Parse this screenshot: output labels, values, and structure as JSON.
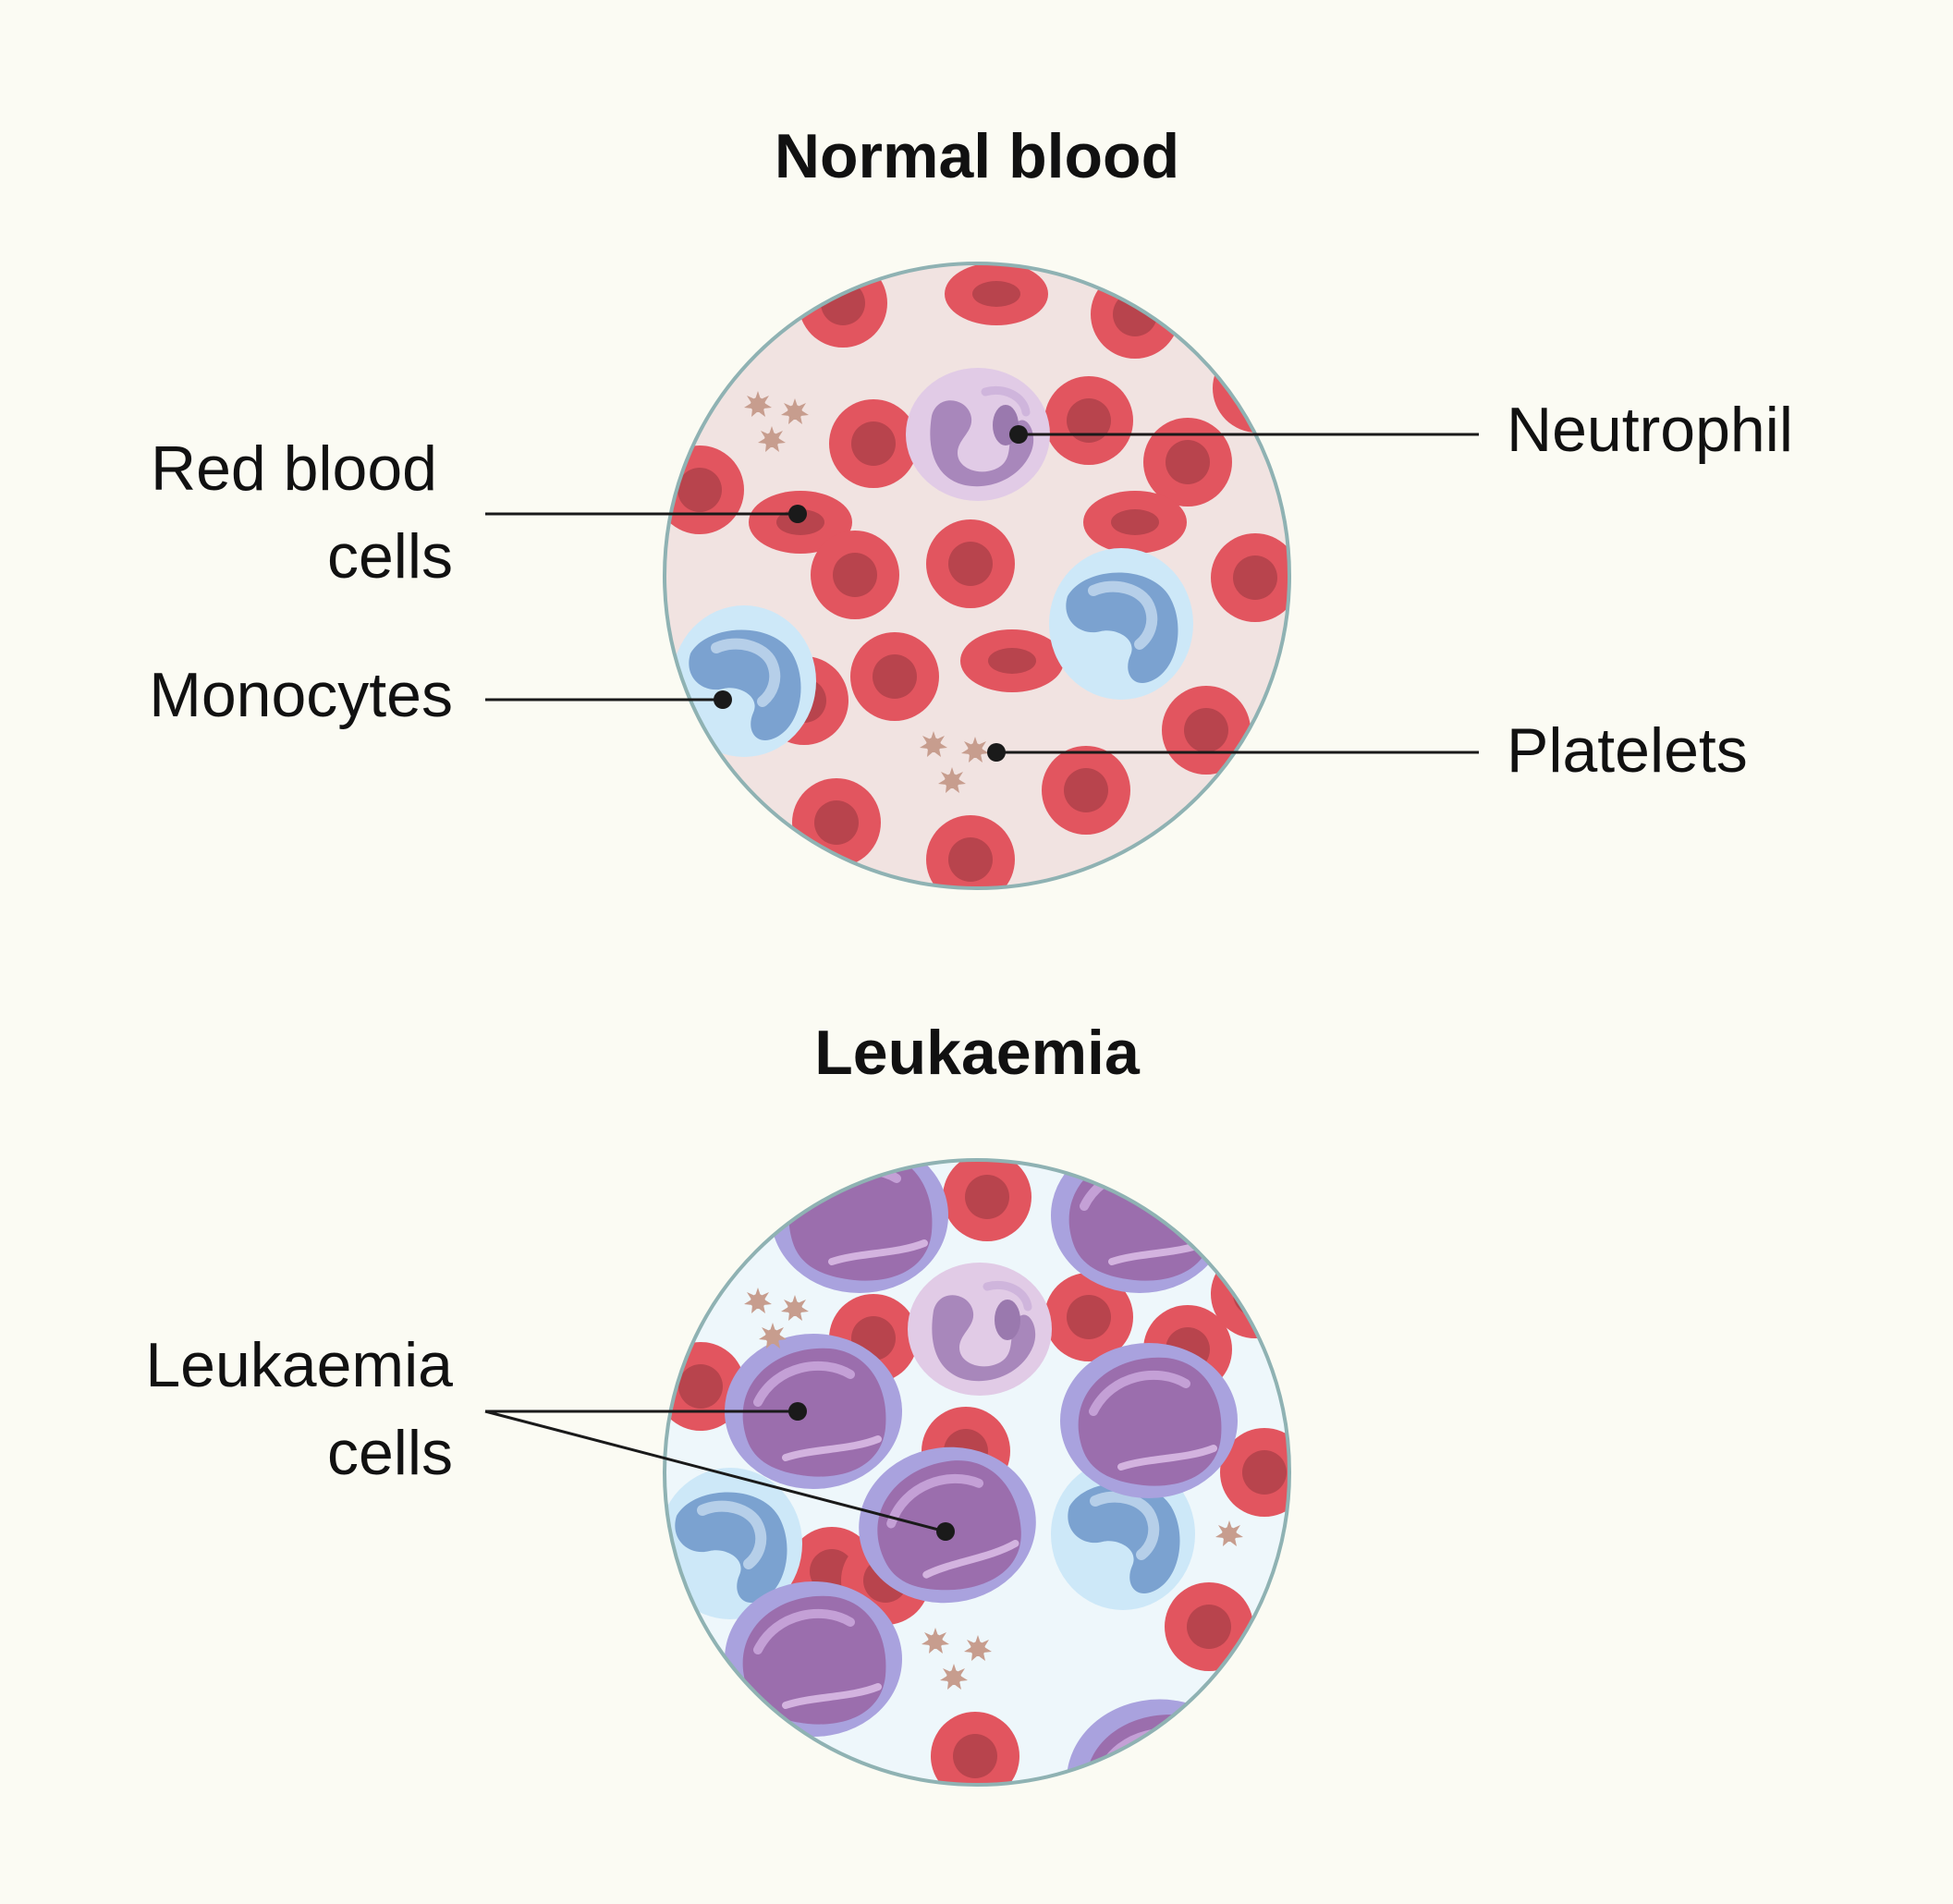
{
  "colors": {
    "background": "#fbfbf3",
    "normal_plasma": "#f1e3e1",
    "leukaemia_plasma": "#eef7fb",
    "panel_rim": "#8fb2b3",
    "red_cell": "#e2555f",
    "red_cell_center": "#b8444d",
    "leukaemia_cell_outer": "#a9a2de",
    "leukaemia_cell_nucleus": "#9b6ead",
    "neutrophil_outer": "#e1cbe6",
    "neutrophil_nucleus": "#a887bb",
    "monocyte_outer": "#cde8f8",
    "monocyte_nucleus": "#7ba2d0",
    "platelet": "#c79d8e",
    "text": "#111111"
  },
  "normal_panel": {
    "title": "Normal blood",
    "labels": {
      "red_blood_cells": [
        "Red blood",
        "cells"
      ],
      "monocytes": "Monocytes",
      "neutrophil": "Neutrophil",
      "platelets": "Platelets"
    }
  },
  "leukaemia_panel": {
    "title": "Leukaemia",
    "labels": {
      "leukaemia_cells": [
        "Leukaemia",
        "cells"
      ]
    }
  }
}
